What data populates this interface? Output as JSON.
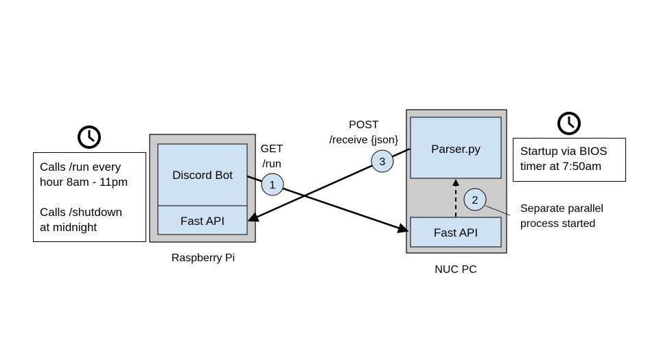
{
  "left_note": {
    "line1": "Calls /run every",
    "line2": "hour 8am - 11pm",
    "line3": "Calls /shutdown",
    "line4": "at midnight"
  },
  "right_note": {
    "line1": "Startup via BIOS",
    "line2": "timer at 7:50am"
  },
  "raspberry_pi": {
    "title": "Raspberry Pi",
    "top_box": "Discord Bot",
    "bottom_box": "Fast API"
  },
  "nuc_pc": {
    "title": "NUC PC",
    "top_box": "Parser.py",
    "bottom_box": "Fast API"
  },
  "get_label": {
    "line1": "GET",
    "line2": "/run"
  },
  "post_label": {
    "line1": "POST",
    "line2": "/receive {json}"
  },
  "step_markers": {
    "one": "1",
    "two": "2",
    "three": "3"
  },
  "parallel_note": {
    "line1": "Separate parallel",
    "line2": "process started"
  },
  "colors": {
    "device_fill": "#cccccc",
    "module_fill": "#cfe2f3",
    "marker_fill": "#cfe2f3",
    "stroke": "#000000"
  },
  "icons": [
    "clock-icon",
    "clock-icon"
  ]
}
